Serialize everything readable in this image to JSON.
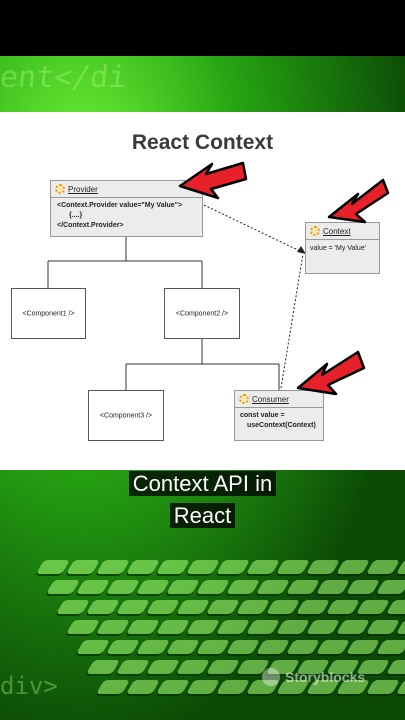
{
  "slide": {
    "title": "React Context",
    "provider": {
      "label": "Provider",
      "line1": "<Context.Provider value=\"My Value\">",
      "line2": "{....}",
      "line3": "</Context.Provider>"
    },
    "context": {
      "label": "Context",
      "value": "value = 'My Value'"
    },
    "consumer": {
      "label": "Consumer",
      "line1": "const value =",
      "line2": "useContext(Context)"
    },
    "component1": "<Component1 />",
    "component2": "<Component2 />",
    "component3": "<Component3 />"
  },
  "caption": {
    "line1": "Context API in",
    "line2": "React"
  },
  "background": {
    "code_top": "ent</di",
    "code_bottom": "div>"
  },
  "watermark": {
    "text": "Storyblocks"
  },
  "colors": {
    "arrow": "#e8202a",
    "green": "#2eb81a"
  }
}
